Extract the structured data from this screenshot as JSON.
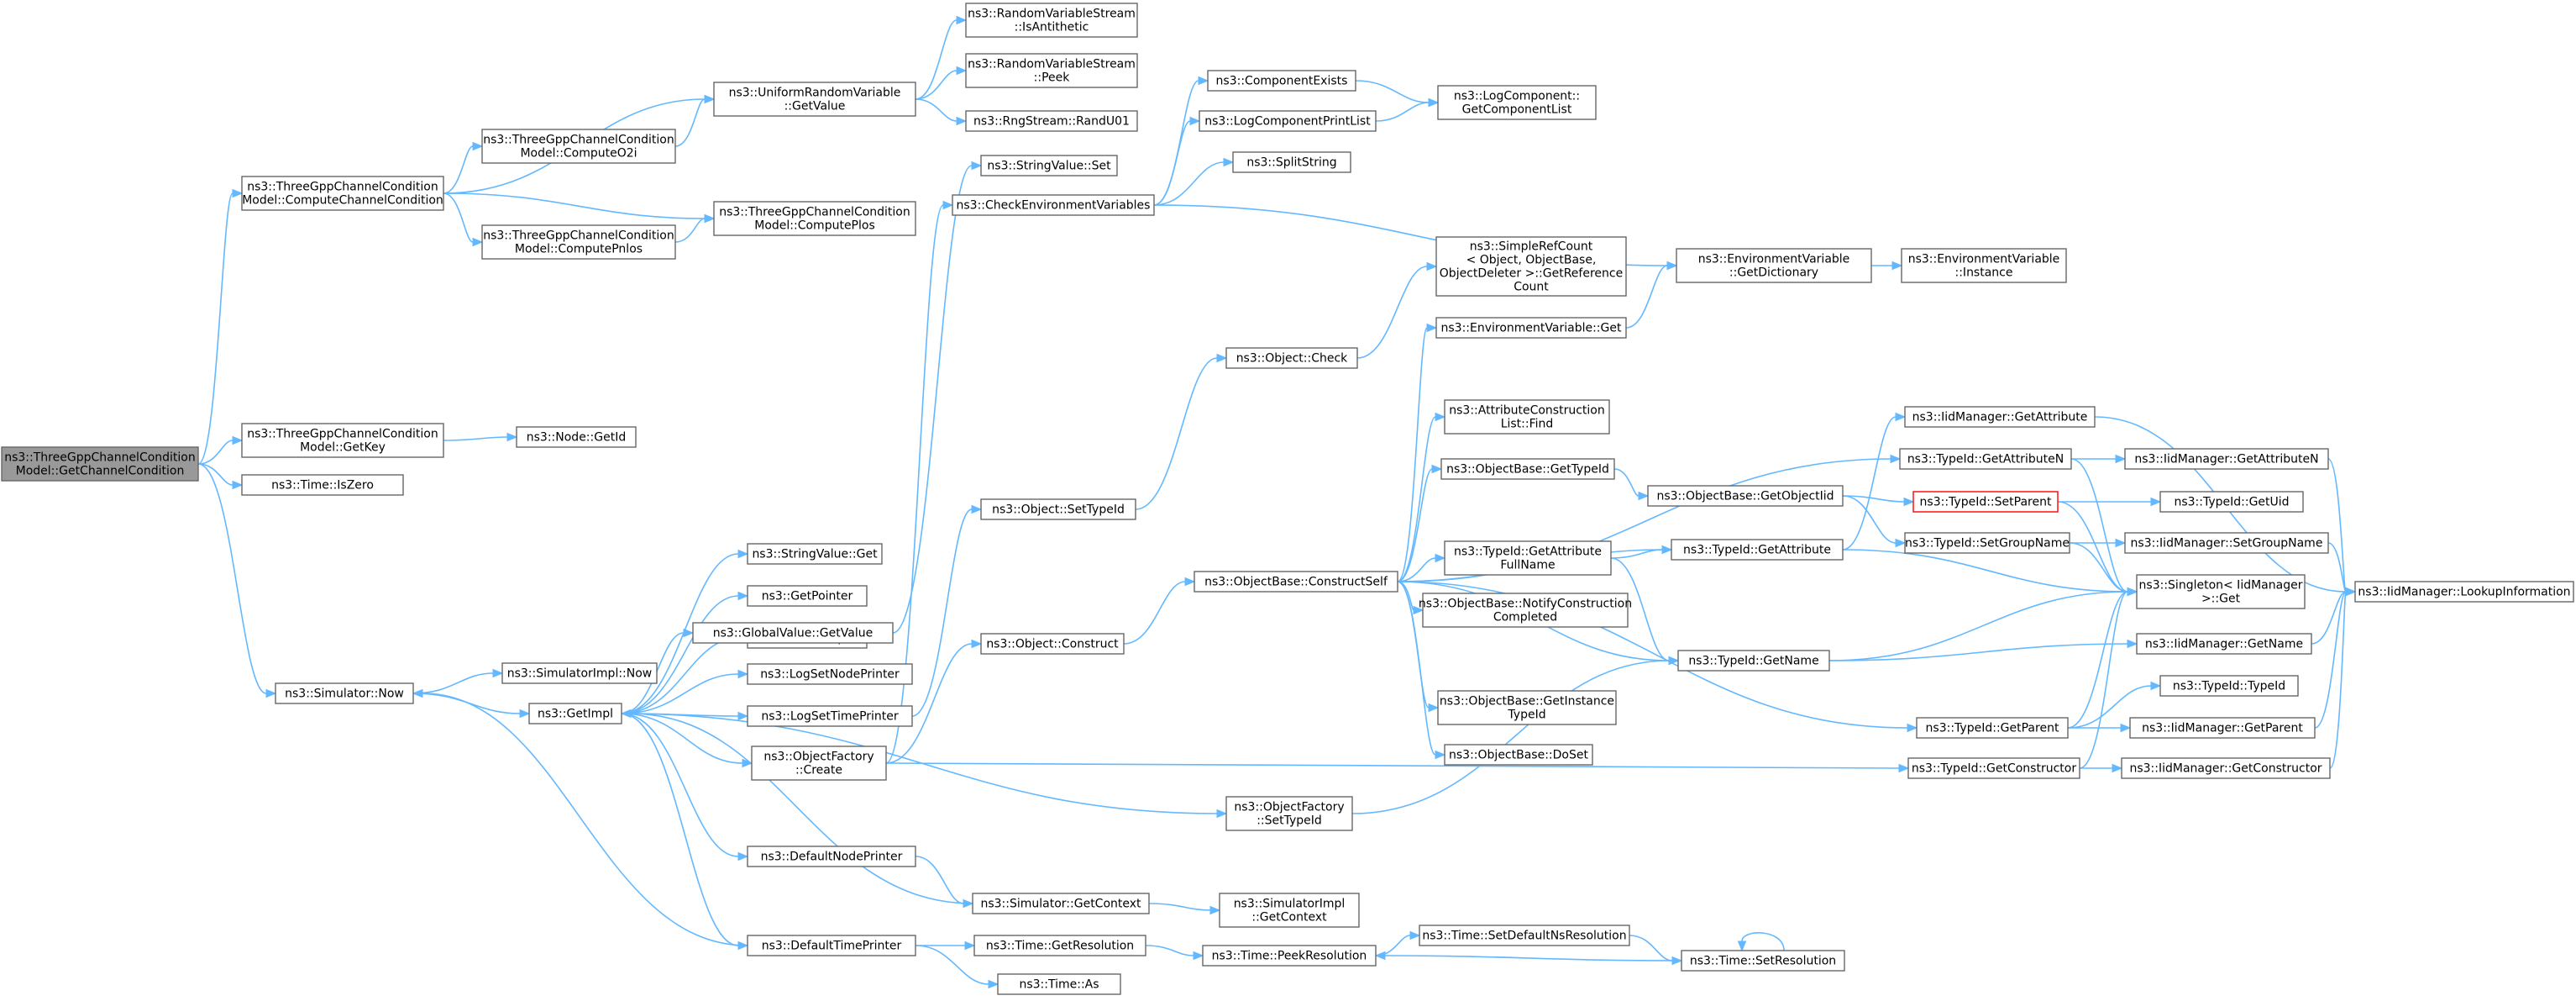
{
  "colors": {
    "edge": "#63b8ff",
    "node_border": "#666666",
    "root_fill": "#999999",
    "highlight_border": "#ff0000",
    "background": "#ffffff"
  },
  "nodes": [
    {
      "id": "root",
      "lines": [
        "ns3::ThreeGppChannelCondition",
        "Model::GetChannelCondition"
      ],
      "style": "root"
    },
    {
      "id": "computeCC",
      "lines": [
        "ns3::ThreeGppChannelCondition",
        "Model::ComputeChannelCondition"
      ]
    },
    {
      "id": "getKey",
      "lines": [
        "ns3::ThreeGppChannelCondition",
        "Model::GetKey"
      ]
    },
    {
      "id": "isZero",
      "lines": [
        "ns3::Time::IsZero"
      ]
    },
    {
      "id": "simNow",
      "lines": [
        "ns3::Simulator::Now"
      ]
    },
    {
      "id": "computeO2i",
      "lines": [
        "ns3::ThreeGppChannelCondition",
        "Model::ComputeO2i"
      ]
    },
    {
      "id": "computePnlos",
      "lines": [
        "ns3::ThreeGppChannelCondition",
        "Model::ComputePnlos"
      ]
    },
    {
      "id": "computePlos",
      "lines": [
        "ns3::ThreeGppChannelCondition",
        "Model::ComputePlos"
      ]
    },
    {
      "id": "urvGetValue",
      "lines": [
        "ns3::UniformRandomVariable",
        "::GetValue"
      ]
    },
    {
      "id": "rvsIsAntithetic",
      "lines": [
        "ns3::RandomVariableStream",
        "::IsAntithetic"
      ]
    },
    {
      "id": "rvsPeek",
      "lines": [
        "ns3::RandomVariableStream",
        "::Peek"
      ]
    },
    {
      "id": "rngRandU01",
      "lines": [
        "ns3::RngStream::RandU01"
      ]
    },
    {
      "id": "nodeGetId",
      "lines": [
        "ns3::Node::GetId"
      ]
    },
    {
      "id": "simImplNow",
      "lines": [
        "ns3::SimulatorImpl::Now"
      ]
    },
    {
      "id": "getImpl",
      "lines": [
        "ns3::GetImpl"
      ]
    },
    {
      "id": "stringValueGet",
      "lines": [
        "ns3::StringValue::Get"
      ]
    },
    {
      "id": "getPointer",
      "lines": [
        "ns3::GetPointer"
      ]
    },
    {
      "id": "peekImpl",
      "lines": [
        "ns3::PeekImpl"
      ]
    },
    {
      "id": "globalValueGetValue",
      "lines": [
        "ns3::GlobalValue::GetValue"
      ]
    },
    {
      "id": "logSetNodePrinter",
      "lines": [
        "ns3::LogSetNodePrinter"
      ]
    },
    {
      "id": "logSetTimePrinter",
      "lines": [
        "ns3::LogSetTimePrinter"
      ]
    },
    {
      "id": "objFactoryCreate",
      "lines": [
        "ns3::ObjectFactory",
        "::Create"
      ]
    },
    {
      "id": "defaultNodePrinter",
      "lines": [
        "ns3::DefaultNodePrinter"
      ]
    },
    {
      "id": "defaultTimePrinter",
      "lines": [
        "ns3::DefaultTimePrinter"
      ]
    },
    {
      "id": "stringValueSet",
      "lines": [
        "ns3::StringValue::Set"
      ]
    },
    {
      "id": "checkEnvVars",
      "lines": [
        "ns3::CheckEnvironmentVariables"
      ]
    },
    {
      "id": "objSetTypeId",
      "lines": [
        "ns3::Object::SetTypeId"
      ]
    },
    {
      "id": "objConstruct",
      "lines": [
        "ns3::Object::Construct"
      ]
    },
    {
      "id": "simGetContext",
      "lines": [
        "ns3::Simulator::GetContext"
      ]
    },
    {
      "id": "timeGetResolution",
      "lines": [
        "ns3::Time::GetResolution"
      ]
    },
    {
      "id": "timeAs",
      "lines": [
        "ns3::Time::As"
      ]
    },
    {
      "id": "compExists",
      "lines": [
        "ns3::ComponentExists"
      ]
    },
    {
      "id": "logCompPrintList",
      "lines": [
        "ns3::LogComponentPrintList"
      ]
    },
    {
      "id": "splitString",
      "lines": [
        "ns3::SplitString"
      ]
    },
    {
      "id": "objCheck",
      "lines": [
        "ns3::Object::Check"
      ]
    },
    {
      "id": "objBaseConstructSelf",
      "lines": [
        "ns3::ObjectBase::ConstructSelf"
      ]
    },
    {
      "id": "objFactorySetTypeId",
      "lines": [
        "ns3::ObjectFactory",
        "::SetTypeId"
      ]
    },
    {
      "id": "simImplGetContext",
      "lines": [
        "ns3::SimulatorImpl",
        "::GetContext"
      ]
    },
    {
      "id": "timePeekResolution",
      "lines": [
        "ns3::Time::PeekResolution"
      ]
    },
    {
      "id": "logCompGetList",
      "lines": [
        "ns3::LogComponent::",
        "GetComponentList"
      ]
    },
    {
      "id": "simpleRefCount",
      "lines": [
        "ns3::SimpleRefCount",
        "< Object, ObjectBase,",
        "ObjectDeleter >::GetReference",
        "Count"
      ]
    },
    {
      "id": "envVarGet",
      "lines": [
        "ns3::EnvironmentVariable::Get"
      ]
    },
    {
      "id": "attrConstrListFind",
      "lines": [
        "ns3::AttributeConstruction",
        "List::Find"
      ]
    },
    {
      "id": "objBaseGetTypeId",
      "lines": [
        "ns3::ObjectBase::GetTypeId"
      ]
    },
    {
      "id": "typeIdGetAttrFullName",
      "lines": [
        "ns3::TypeId::GetAttribute",
        "FullName"
      ]
    },
    {
      "id": "objBaseNotify",
      "lines": [
        "ns3::ObjectBase::NotifyConstruction",
        "Completed"
      ]
    },
    {
      "id": "objBaseGetInstanceTypeId",
      "lines": [
        "ns3::ObjectBase::GetInstance",
        "TypeId"
      ]
    },
    {
      "id": "objBaseDoSet",
      "lines": [
        "ns3::ObjectBase::DoSet"
      ]
    },
    {
      "id": "timeSetDefaultNsRes",
      "lines": [
        "ns3::Time::SetDefaultNsResolution"
      ]
    },
    {
      "id": "envVarGetDict",
      "lines": [
        "ns3::EnvironmentVariable",
        "::GetDictionary"
      ]
    },
    {
      "id": "objBaseGetObjectIid",
      "lines": [
        "ns3::ObjectBase::GetObjectIid"
      ]
    },
    {
      "id": "typeIdGetAttribute",
      "lines": [
        "ns3::TypeId::GetAttribute"
      ]
    },
    {
      "id": "typeIdGetName",
      "lines": [
        "ns3::TypeId::GetName"
      ]
    },
    {
      "id": "timeSetResolution",
      "lines": [
        "ns3::Time::SetResolution"
      ]
    },
    {
      "id": "envVarInstance",
      "lines": [
        "ns3::EnvironmentVariable",
        "::Instance"
      ]
    },
    {
      "id": "iidGetAttribute",
      "lines": [
        "ns3::IidManager::GetAttribute"
      ]
    },
    {
      "id": "typeIdGetAttributeN",
      "lines": [
        "ns3::TypeId::GetAttributeN"
      ]
    },
    {
      "id": "typeIdSetParent",
      "lines": [
        "ns3::TypeId::SetParent"
      ],
      "style": "highlight"
    },
    {
      "id": "typeIdSetGroupName",
      "lines": [
        "ns3::TypeId::SetGroupName"
      ]
    },
    {
      "id": "singletonGet",
      "lines": [
        "ns3::Singleton< IidManager",
        ">::Get"
      ]
    },
    {
      "id": "typeIdGetParent",
      "lines": [
        "ns3::TypeId::GetParent"
      ]
    },
    {
      "id": "typeIdGetConstructor",
      "lines": [
        "ns3::TypeId::GetConstructor"
      ]
    },
    {
      "id": "iidGetAttributeN",
      "lines": [
        "ns3::IidManager::GetAttributeN"
      ]
    },
    {
      "id": "typeIdGetUid",
      "lines": [
        "ns3::TypeId::GetUid"
      ]
    },
    {
      "id": "iidSetGroupName",
      "lines": [
        "ns3::IidManager::SetGroupName"
      ]
    },
    {
      "id": "iidGetName",
      "lines": [
        "ns3::IidManager::GetName"
      ]
    },
    {
      "id": "typeIdTypeId",
      "lines": [
        "ns3::TypeId::TypeId"
      ]
    },
    {
      "id": "iidGetParent",
      "lines": [
        "ns3::IidManager::GetParent"
      ]
    },
    {
      "id": "iidGetConstructor",
      "lines": [
        "ns3::IidManager::GetConstructor"
      ]
    },
    {
      "id": "iidLookupInfo",
      "lines": [
        "ns3::IidManager::LookupInformation"
      ]
    }
  ],
  "edges": [
    [
      "root",
      "computeCC"
    ],
    [
      "root",
      "getKey"
    ],
    [
      "root",
      "isZero"
    ],
    [
      "root",
      "simNow"
    ],
    [
      "computeCC",
      "urvGetValue"
    ],
    [
      "computeCC",
      "computeO2i"
    ],
    [
      "computeCC",
      "computePnlos"
    ],
    [
      "computeCC",
      "computePlos"
    ],
    [
      "computeO2i",
      "urvGetValue"
    ],
    [
      "computePnlos",
      "computePlos"
    ],
    [
      "urvGetValue",
      "rvsIsAntithetic"
    ],
    [
      "urvGetValue",
      "rvsPeek"
    ],
    [
      "urvGetValue",
      "rngRandU01"
    ],
    [
      "getKey",
      "nodeGetId"
    ],
    [
      "simNow",
      "simImplNow"
    ],
    [
      "simNow",
      "getImpl"
    ],
    [
      "getImpl",
      "stringValueGet"
    ],
    [
      "getImpl",
      "getPointer"
    ],
    [
      "getImpl",
      "peekImpl"
    ],
    [
      "getImpl",
      "globalValueGetValue"
    ],
    [
      "getImpl",
      "logSetNodePrinter"
    ],
    [
      "getImpl",
      "logSetTimePrinter"
    ],
    [
      "getImpl",
      "objFactoryCreate"
    ],
    [
      "getImpl",
      "objFactorySetTypeId"
    ],
    [
      "getImpl",
      "defaultNodePrinter"
    ],
    [
      "getImpl",
      "defaultTimePrinter"
    ],
    [
      "globalValueGetValue",
      "stringValueSet"
    ],
    [
      "logSetTimePrinter",
      "objSetTypeId"
    ],
    [
      "objFactoryCreate",
      "checkEnvVars"
    ],
    [
      "objFactoryCreate",
      "objConstruct"
    ],
    [
      "objFactoryCreate",
      "typeIdGetConstructor"
    ],
    [
      "defaultNodePrinter",
      "simGetContext"
    ],
    [
      "simGetContext",
      "getImpl"
    ],
    [
      "simGetContext",
      "simImplGetContext"
    ],
    [
      "defaultTimePrinter",
      "simNow"
    ],
    [
      "defaultTimePrinter",
      "timeGetResolution"
    ],
    [
      "defaultTimePrinter",
      "timeAs"
    ],
    [
      "checkEnvVars",
      "compExists"
    ],
    [
      "checkEnvVars",
      "logCompPrintList"
    ],
    [
      "checkEnvVars",
      "splitString"
    ],
    [
      "checkEnvVars",
      "envVarGetDict"
    ],
    [
      "compExists",
      "logCompGetList"
    ],
    [
      "logCompPrintList",
      "logCompGetList"
    ],
    [
      "objSetTypeId",
      "objCheck"
    ],
    [
      "objCheck",
      "simpleRefCount"
    ],
    [
      "objConstruct",
      "objBaseConstructSelf"
    ],
    [
      "objBaseConstructSelf",
      "envVarGet"
    ],
    [
      "objBaseConstructSelf",
      "attrConstrListFind"
    ],
    [
      "objBaseConstructSelf",
      "objBaseGetTypeId"
    ],
    [
      "objBaseConstructSelf",
      "typeIdGetAttrFullName"
    ],
    [
      "objBaseConstructSelf",
      "objBaseNotify"
    ],
    [
      "objBaseConstructSelf",
      "objBaseGetInstanceTypeId"
    ],
    [
      "objBaseConstructSelf",
      "objBaseDoSet"
    ],
    [
      "objBaseConstructSelf",
      "typeIdGetAttribute"
    ],
    [
      "objBaseConstructSelf",
      "typeIdGetName"
    ],
    [
      "objBaseConstructSelf",
      "typeIdGetAttributeN"
    ],
    [
      "objBaseConstructSelf",
      "typeIdGetParent"
    ],
    [
      "envVarGet",
      "envVarGetDict"
    ],
    [
      "envVarGetDict",
      "envVarInstance"
    ],
    [
      "objBaseGetTypeId",
      "objBaseGetObjectIid"
    ],
    [
      "objBaseGetObjectIid",
      "typeIdSetParent"
    ],
    [
      "objBaseGetObjectIid",
      "typeIdSetGroupName"
    ],
    [
      "typeIdGetAttrFullName",
      "typeIdGetAttribute"
    ],
    [
      "typeIdGetAttrFullName",
      "typeIdGetName"
    ],
    [
      "objFactorySetTypeId",
      "typeIdGetName"
    ],
    [
      "timeGetResolution",
      "timePeekResolution"
    ],
    [
      "timePeekResolution",
      "timeSetDefaultNsRes"
    ],
    [
      "timeSetDefaultNsRes",
      "timeSetResolution"
    ],
    [
      "timeSetResolution",
      "timePeekResolution"
    ],
    [
      "timeSetResolution",
      "timeSetResolution"
    ],
    [
      "typeIdGetAttribute",
      "iidGetAttribute"
    ],
    [
      "typeIdGetAttribute",
      "singletonGet"
    ],
    [
      "typeIdGetName",
      "singletonGet"
    ],
    [
      "typeIdGetName",
      "iidGetName"
    ],
    [
      "typeIdGetAttributeN",
      "iidGetAttributeN"
    ],
    [
      "typeIdGetAttributeN",
      "singletonGet"
    ],
    [
      "typeIdSetParent",
      "typeIdGetUid"
    ],
    [
      "typeIdSetParent",
      "singletonGet"
    ],
    [
      "typeIdSetGroupName",
      "iidSetGroupName"
    ],
    [
      "typeIdSetGroupName",
      "singletonGet"
    ],
    [
      "typeIdGetParent",
      "singletonGet"
    ],
    [
      "typeIdGetParent",
      "typeIdTypeId"
    ],
    [
      "typeIdGetParent",
      "iidGetParent"
    ],
    [
      "typeIdGetConstructor",
      "singletonGet"
    ],
    [
      "typeIdGetConstructor",
      "iidGetConstructor"
    ],
    [
      "iidGetAttribute",
      "iidLookupInfo"
    ],
    [
      "iidGetAttributeN",
      "iidLookupInfo"
    ],
    [
      "iidSetGroupName",
      "iidLookupInfo"
    ],
    [
      "iidGetName",
      "iidLookupInfo"
    ],
    [
      "iidGetParent",
      "iidLookupInfo"
    ],
    [
      "iidGetConstructor",
      "iidLookupInfo"
    ]
  ]
}
